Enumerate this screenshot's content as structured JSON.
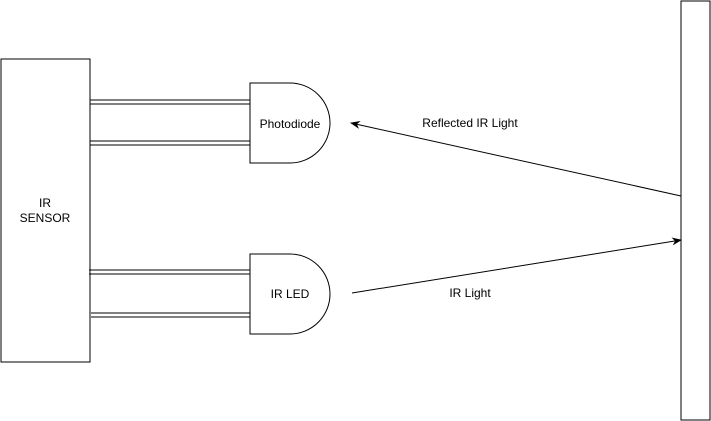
{
  "sensor": {
    "label_line1": "IR",
    "label_line2": "SENSOR"
  },
  "photodiode": {
    "label": "Photodiode"
  },
  "ir_led": {
    "label": "IR LED"
  },
  "reflected_arrow": {
    "label": "Reflected IR Light"
  },
  "emitted_arrow": {
    "label": "IR Light"
  },
  "colors": {
    "stroke": "#000000",
    "fill": "#ffffff"
  }
}
